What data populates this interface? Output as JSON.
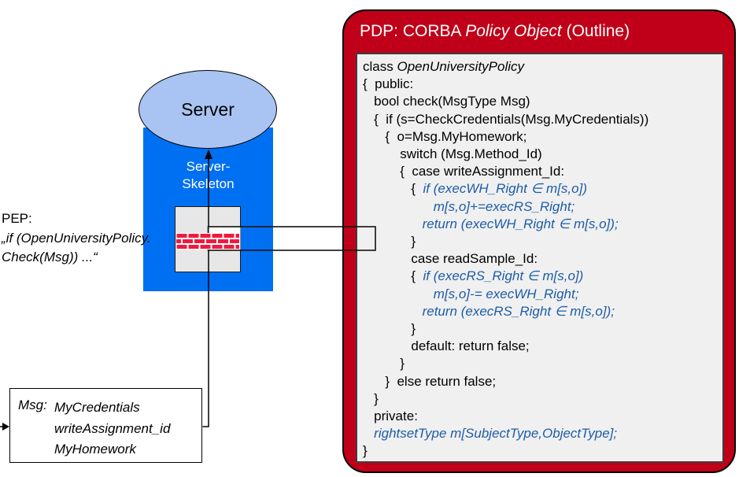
{
  "slide": {
    "pep": {
      "title": "PEP:",
      "code_line1": "„if (OpenUniversityPolicy.",
      "code_line2": "Check(Msg)) ...“"
    },
    "server": {
      "label": "Server"
    },
    "skeleton": {
      "line1": "Server-",
      "line2": "Skeleton"
    },
    "msg_box": {
      "label": "Msg:",
      "items": [
        "MyCredentials",
        "writeAssignment_id",
        "MyHomework"
      ]
    },
    "pdp": {
      "title_prefix": "PDP: CORBA ",
      "title_emphasis": "Policy Object",
      "title_suffix": " (Outline)",
      "code_lines": [
        {
          "segments": [
            {
              "t": "class ",
              "s": "p"
            },
            {
              "t": "OpenUniversityPolicy",
              "s": "i"
            }
          ]
        },
        {
          "segments": [
            {
              "t": "{  public:",
              "s": "p"
            }
          ]
        },
        {
          "segments": [
            {
              "t": "   bool check(MsgType Msg)",
              "s": "p"
            }
          ]
        },
        {
          "segments": [
            {
              "t": "   {  if (s=CheckCredentials(Msg.MyCredentials))",
              "s": "p"
            }
          ]
        },
        {
          "segments": [
            {
              "t": "      {  o=Msg.MyHomework;",
              "s": "p"
            }
          ]
        },
        {
          "segments": [
            {
              "t": "          switch (Msg.Method_Id)",
              "s": "p"
            }
          ]
        },
        {
          "segments": [
            {
              "t": "          {  case writeAssignment_Id:",
              "s": "p"
            }
          ]
        },
        {
          "segments": [
            {
              "t": "             {  ",
              "s": "p"
            },
            {
              "t": "if (execWH_Right ∈ m[s,o])",
              "s": "b"
            }
          ]
        },
        {
          "segments": [
            {
              "t": "                   ",
              "s": "p"
            },
            {
              "t": "m[s,o]+=execRS_Right;",
              "s": "b"
            }
          ]
        },
        {
          "segments": [
            {
              "t": "                ",
              "s": "p"
            },
            {
              "t": "return (execWH_Right ∈ m[s,o]);",
              "s": "b"
            }
          ]
        },
        {
          "segments": [
            {
              "t": "             }",
              "s": "p"
            }
          ]
        },
        {
          "segments": [
            {
              "t": "             case readSample_Id:",
              "s": "p"
            }
          ]
        },
        {
          "segments": [
            {
              "t": "             {  ",
              "s": "p"
            },
            {
              "t": "if (execRS_Right ∈ m[s,o])",
              "s": "b"
            }
          ]
        },
        {
          "segments": [
            {
              "t": "                   ",
              "s": "p"
            },
            {
              "t": "m[s,o]-= execWH_Right;",
              "s": "b"
            }
          ]
        },
        {
          "segments": [
            {
              "t": "                ",
              "s": "p"
            },
            {
              "t": "return (execRS_Right ∈ m[s,o]);",
              "s": "b"
            }
          ]
        },
        {
          "segments": [
            {
              "t": "             }",
              "s": "p"
            }
          ]
        },
        {
          "segments": [
            {
              "t": "             default: return false;",
              "s": "p"
            }
          ]
        },
        {
          "segments": [
            {
              "t": "          }",
              "s": "p"
            }
          ]
        },
        {
          "segments": [
            {
              "t": "      }  else return false;",
              "s": "p"
            }
          ]
        },
        {
          "segments": [
            {
              "t": "   }",
              "s": "p"
            }
          ]
        },
        {
          "segments": [
            {
              "t": "   private:",
              "s": "p"
            }
          ]
        },
        {
          "segments": [
            {
              "t": "   ",
              "s": "p"
            },
            {
              "t": "rightsetType m[SubjectType,ObjectType];",
              "s": "b"
            }
          ]
        },
        {
          "segments": [
            {
              "t": "}",
              "s": "p"
            }
          ]
        }
      ]
    },
    "colors": {
      "panel_red": "#c00018",
      "skeleton_blue": "#0070f2",
      "server_ellipse_blue": "#a9c4f2",
      "code_blue": "#1d5ca8",
      "brick_red": "#ee1b3d",
      "inner_panel_gray": "#f0f0f0",
      "interceptor_gray": "#e7e7e7",
      "background": "#ffffff"
    }
  }
}
